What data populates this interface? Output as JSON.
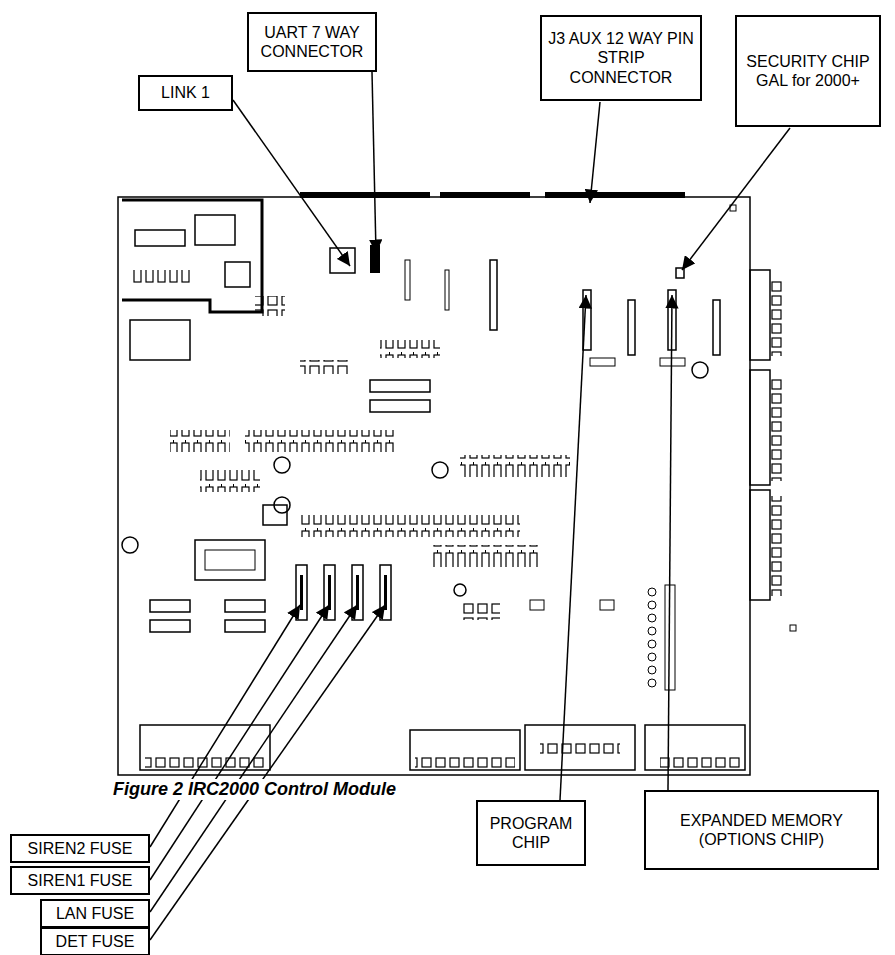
{
  "diagram": {
    "caption": "Figure 2 IRC2000 Control Module",
    "nodes": [
      {
        "text": [
          "UART 7 WAY CONNECTOR"
        ]
      },
      {
        "text": [
          "J3 AUX 12 WAY PIN STRIP CONNECTOR"
        ]
      },
      {
        "text": [
          "SECURITY CHIP GAL for 2000+"
        ]
      },
      {
        "text": [
          "LINK 1"
        ]
      },
      {
        "text": [
          "PROGRAM CHIP"
        ]
      },
      {
        "text": [
          "EXPANDED MEMORY (OPTIONS CHIP)"
        ]
      },
      {
        "text": [
          "SIREN2 FUSE"
        ]
      },
      {
        "text": [
          "SIREN1 FUSE"
        ]
      },
      {
        "text": [
          "LAN FUSE"
        ]
      },
      {
        "text": [
          "DET FUSE"
        ]
      }
    ]
  }
}
